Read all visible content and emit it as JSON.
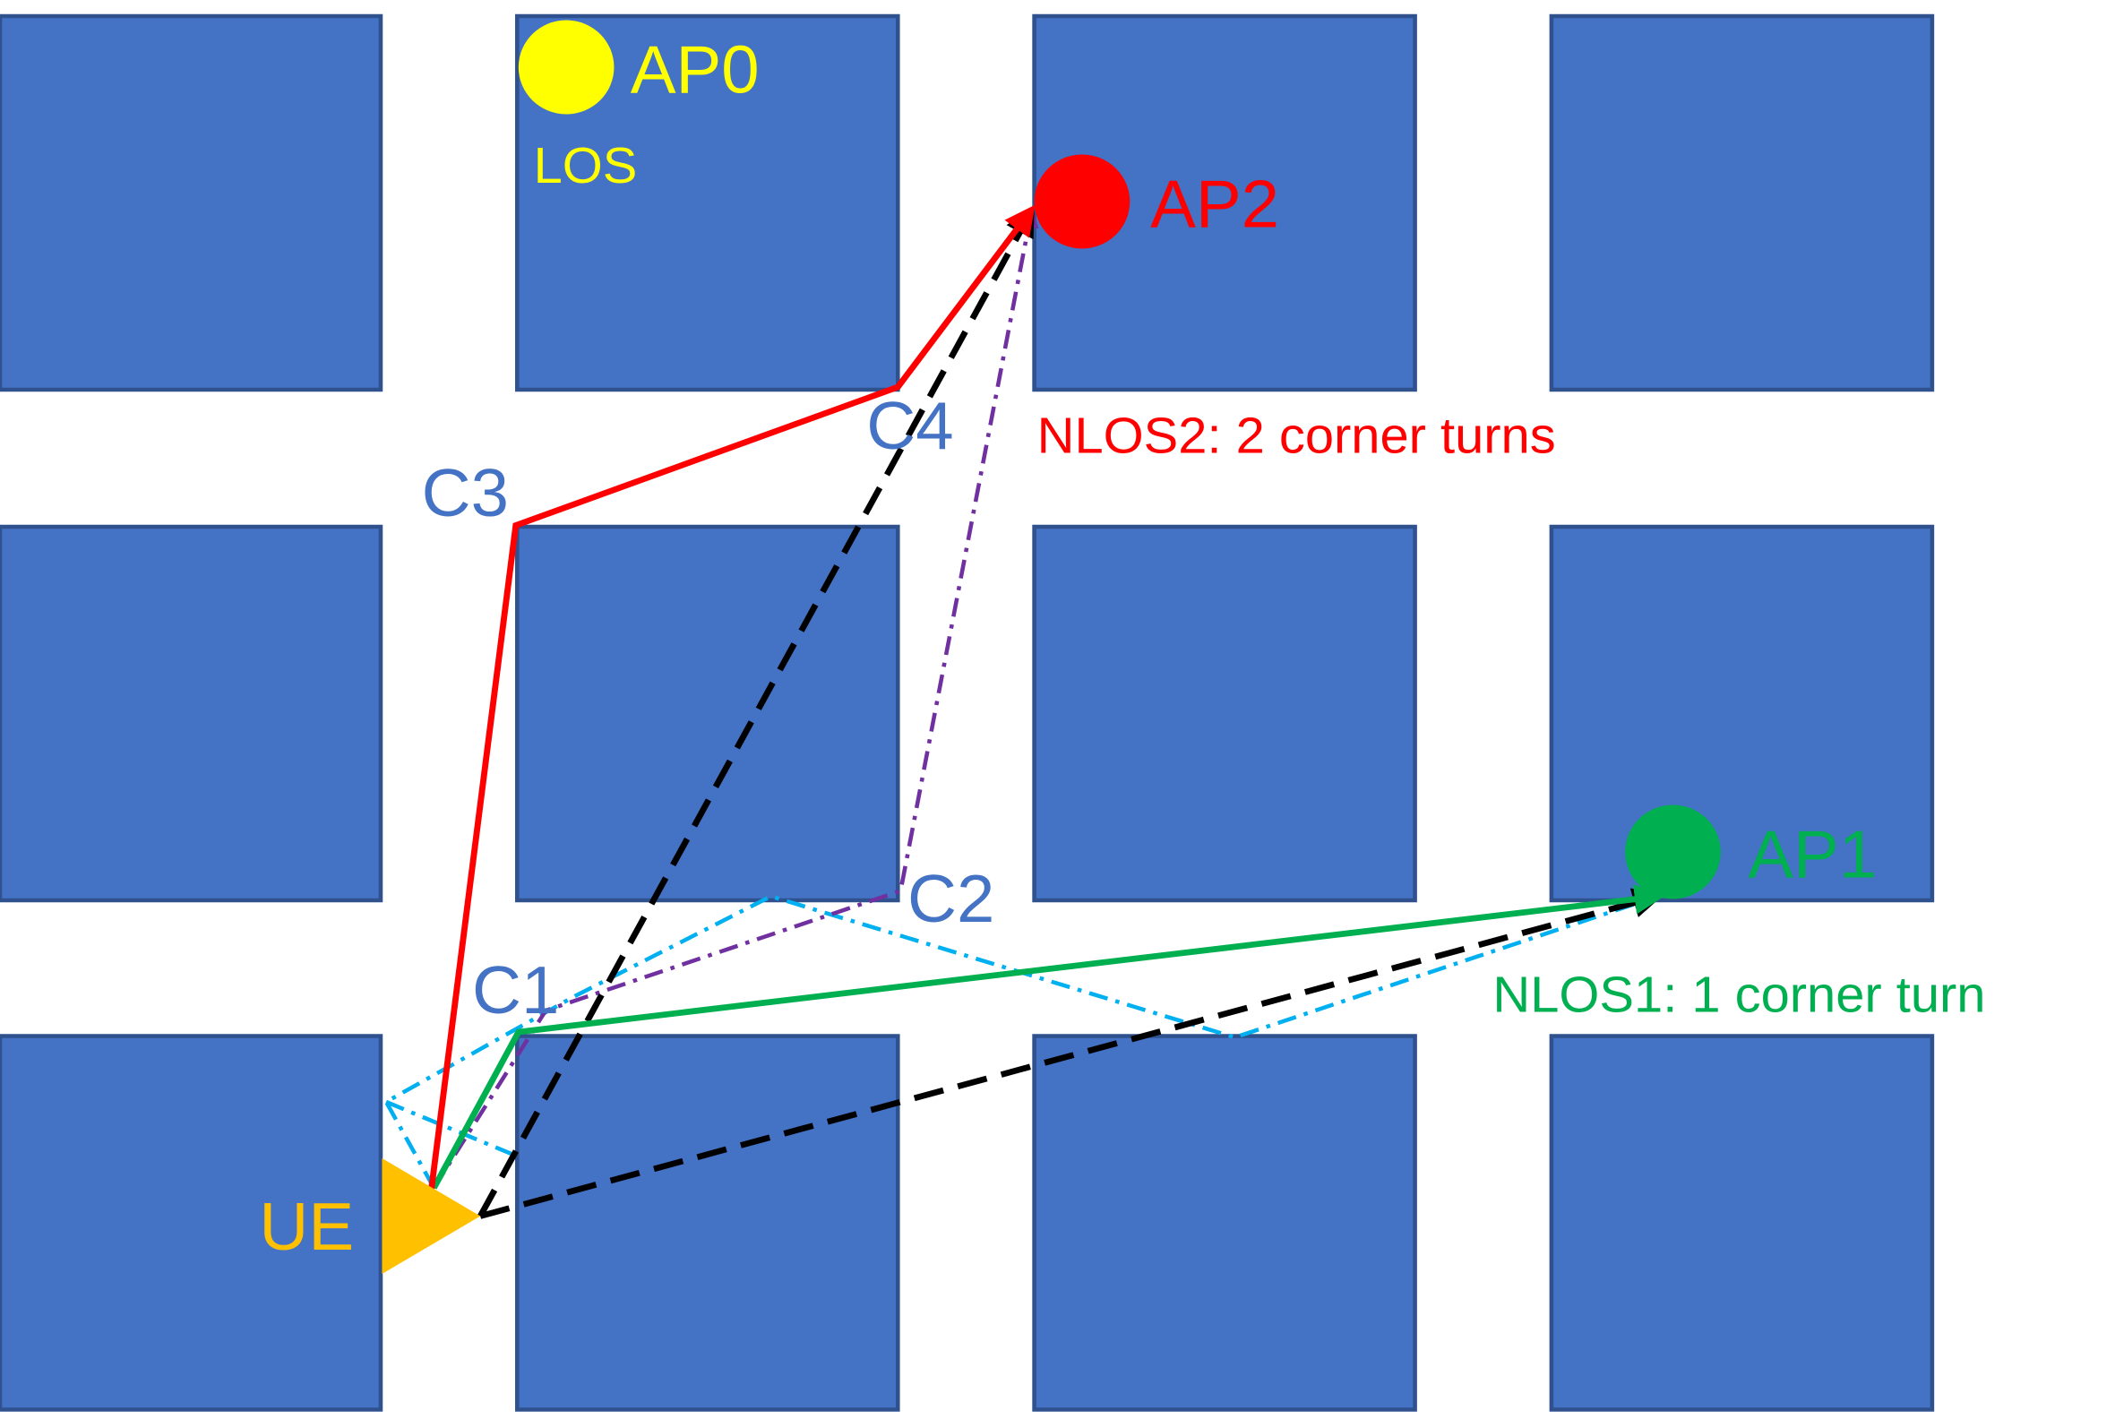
{
  "colors": {
    "building": "#4472C4",
    "building_border": "#2F528F",
    "ap0": "#FFFF00",
    "ap1": "#00B050",
    "ap2": "#FF0000",
    "ue": "#FFC000",
    "corner_label": "#4472C4",
    "nlos1_path": "#00B050",
    "nlos2_path": "#FF0000",
    "dashed_path": "#000000",
    "dashdot_purple": "#7030A0",
    "dashdot_cyan": "#00B0F0"
  },
  "labels": {
    "ap0": "AP0",
    "ap1": "AP1",
    "ap2": "AP2",
    "ue": "UE",
    "los": "LOS",
    "c1": "C1",
    "c2": "C2",
    "c3": "C3",
    "c4": "C4",
    "nlos1": "NLOS1: 1 corner turn",
    "nlos2": "NLOS2: 2 corner turns"
  }
}
